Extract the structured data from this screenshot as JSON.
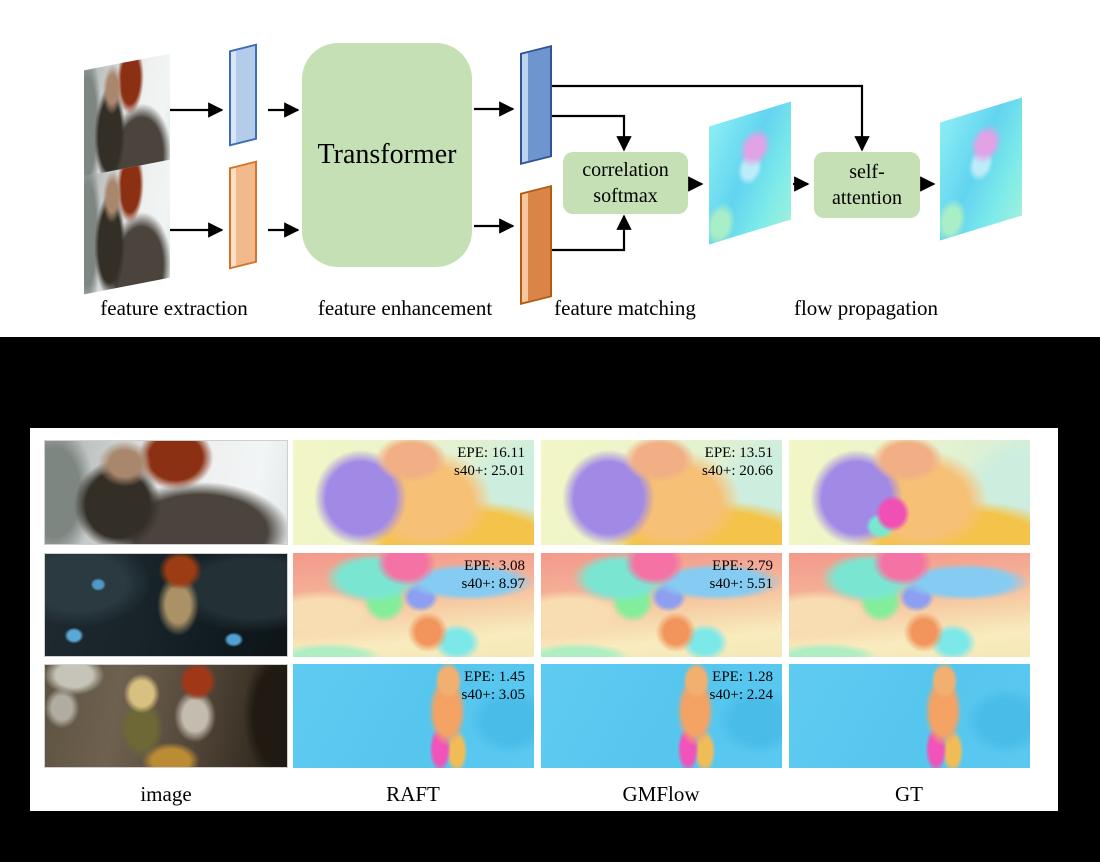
{
  "figure": {
    "architecture": {
      "transformer_label": "Transformer",
      "correlation_block": {
        "line1": "correlation",
        "line2": "softmax"
      },
      "self_attention_block": {
        "line1": "self-",
        "line2": "attention"
      },
      "stage_labels": [
        "feature extraction",
        "feature enhancement",
        "feature matching",
        "flow propagation"
      ]
    },
    "comparison": {
      "column_labels": [
        "image",
        "RAFT",
        "GMFlow",
        "GT"
      ],
      "rows": [
        {
          "raft_epe": "EPE: 16.11",
          "raft_s40": "s40+: 25.01",
          "gmflow_epe": "EPE: 13.51",
          "gmflow_s40": "s40+: 20.66"
        },
        {
          "raft_epe": "EPE: 3.08",
          "raft_s40": "s40+: 8.97",
          "gmflow_epe": "EPE: 2.79",
          "gmflow_s40": "s40+: 5.51"
        },
        {
          "raft_epe": "EPE: 1.45",
          "raft_s40": "s40+: 3.05",
          "gmflow_epe": "EPE: 1.28",
          "gmflow_s40": "s40+: 2.24"
        }
      ]
    },
    "colors": {
      "background": "#000000",
      "panel": "#ffffff",
      "block_green": "#c5e0b4",
      "input_plane_blue": "#b3cce9",
      "input_plane_orange": "#f2b98c",
      "enhanced_plane_blue": "#6e95cd",
      "enhanced_plane_orange": "#da8448",
      "arrow": "#000000"
    }
  }
}
